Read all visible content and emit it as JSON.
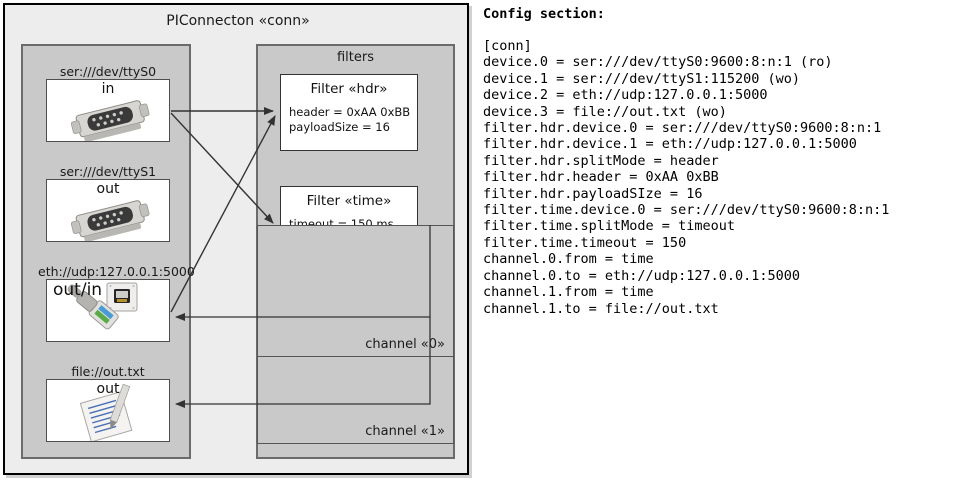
{
  "diagram": {
    "title": "PIConnecton «conn»",
    "devices_panel": {
      "name": "devices-group",
      "devices": [
        {
          "label": "ser:///dev/ttyS0",
          "io": "in",
          "icon": "serial-port-icon"
        },
        {
          "label": "ser:///dev/ttyS1",
          "io": "out",
          "icon": "serial-port-icon"
        },
        {
          "label": "eth://udp:127.0.0.1:5000",
          "io": "out/in",
          "icon": "ethernet-plug-icon"
        },
        {
          "label": "file://out.txt",
          "io": "out",
          "icon": "text-file-icon"
        }
      ]
    },
    "filters_panel": {
      "title": "filters",
      "filters": [
        {
          "title": "Filter «hdr»",
          "props": [
            "header = 0xAA 0xBB",
            "payloadSize = 16"
          ]
        },
        {
          "title": "Filter «time»",
          "props": [
            "timeout = 150 ms"
          ]
        }
      ],
      "channels": [
        {
          "label": "channel «0»"
        },
        {
          "label": "channel «1»"
        }
      ]
    }
  },
  "config": {
    "heading": "Config section:",
    "text": "[conn]\ndevice.0 = ser:///dev/ttyS0:9600:8:n:1 (ro)\ndevice.1 = ser:///dev/ttyS1:115200 (wo)\ndevice.2 = eth://udp:127.0.0.1:5000\ndevice.3 = file://out.txt (wo)\nfilter.hdr.device.0 = ser:///dev/ttyS0:9600:8:n:1\nfilter.hdr.device.1 = eth://udp:127.0.0.1:5000\nfilter.hdr.splitMode = header\nfilter.hdr.header = 0xAA 0xBB\nfilter.hdr.payloadSIze = 16\nfilter.time.device.0 = ser:///dev/ttyS0:9600:8:n:1\nfilter.time.splitMode = timeout\nfilter.time.timeout = 150\nchannel.0.from = time\nchannel.0.to = eth://udp:127.0.0.1:5000\nchannel.1.from = time\nchannel.1.to = file://out.txt"
  },
  "colors": {
    "outer_bg": "#ededed",
    "panel_bg": "#c9c9c9",
    "box_bg": "#ffffff",
    "border": "#6b6b6b",
    "line": "#333333"
  }
}
